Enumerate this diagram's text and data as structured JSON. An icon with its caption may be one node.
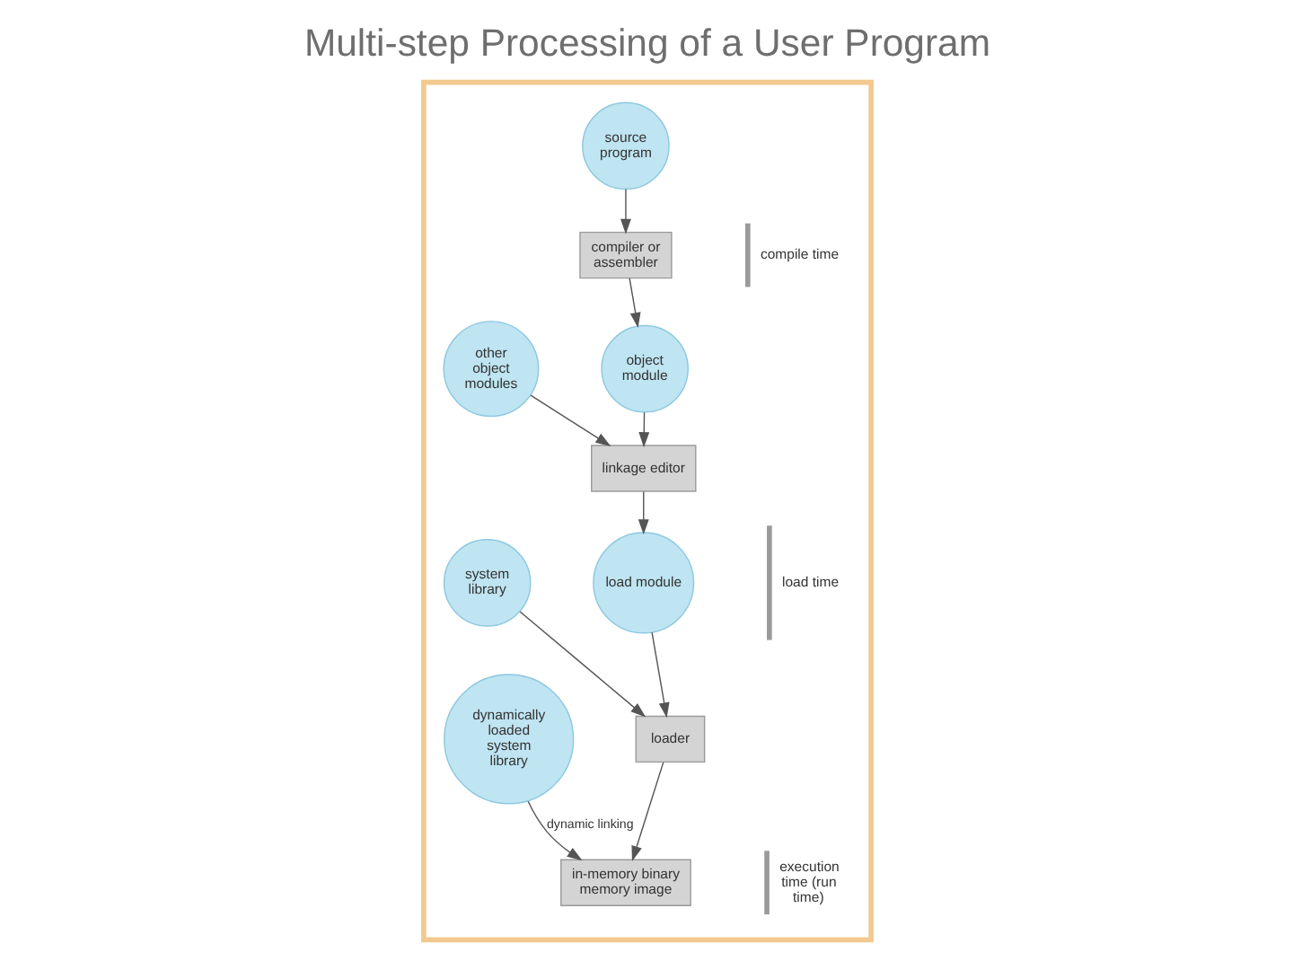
{
  "diagram": {
    "title": "Multi-step Processing of a User Program",
    "nodes": [
      {
        "text": [],
        "shape": "box"
      },
      {
        "text": [
          "source program"
        ],
        "in": 0
      },
      {
        "text": [
          "compiler or assembler"
        ],
        "in": 0
      },
      {
        "text": [
          "object module"
        ],
        "in": 0
      },
      {
        "text": [
          "other object modules"
        ],
        "in": 0
      },
      {
        "text": [
          "linkage editor"
        ],
        "in": 0
      },
      {
        "text": [
          "load module"
        ],
        "in": 0
      },
      {
        "text": [
          "system library"
        ],
        "in": 0
      },
      {
        "text": [
          "loader"
        ],
        "in": 0
      },
      {
        "text": [
          "dynamically loaded system library"
        ],
        "in": 0
      },
      {
        "text": [
          "in-memory binary memory image"
        ],
        "in": 0
      }
    ],
    "edges": [
      {
        "from": 1,
        "to": 2,
        "arrow": "to"
      },
      {
        "from": 2,
        "to": 3,
        "arrow": "to"
      },
      {
        "from": 3,
        "to": 5,
        "arrow": "to"
      },
      {
        "from": 4,
        "to": 5,
        "arrow": "to"
      },
      {
        "from": 5,
        "to": 6,
        "arrow": "to"
      },
      {
        "from": 6,
        "to": 8,
        "arrow": "to"
      },
      {
        "from": 7,
        "to": 8,
        "arrow": "to"
      },
      {
        "from": 8,
        "to": 10,
        "arrow": "to"
      },
      {
        "from": 9,
        "to": 10,
        "arrow": "to",
        "label": "dynamic linking"
      }
    ],
    "labels": [
      "compile time",
      "load time",
      "execution time (run time)"
    ]
  }
}
